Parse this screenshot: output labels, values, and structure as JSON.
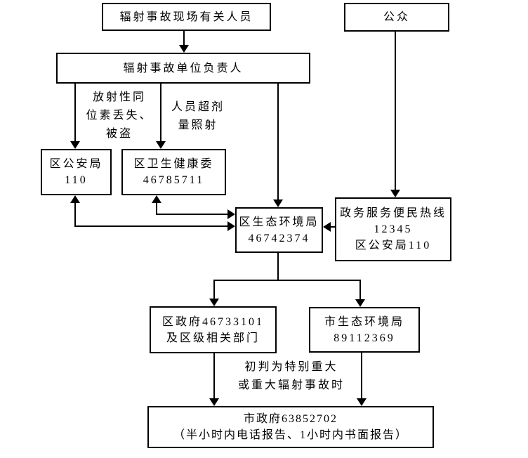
{
  "diagram": {
    "background_color": "#ffffff",
    "line_color": "#000000",
    "type": "flowchart"
  },
  "nodes": {
    "scene_personnel": {
      "lines": [
        "辐射事故现场有关人员"
      ]
    },
    "public": {
      "lines": [
        "公众"
      ]
    },
    "unit_head": {
      "lines": [
        "辐射事故单位负责人"
      ]
    },
    "district_police": {
      "lines": [
        "区公安局",
        "110"
      ]
    },
    "district_health": {
      "lines": [
        "区卫生健康委",
        "46785711"
      ]
    },
    "district_eco_env": {
      "lines": [
        "区生态环境局",
        "46742374"
      ]
    },
    "gov_hotline": {
      "lines": [
        "政务服务便民热线",
        "12345",
        "区公安局110"
      ]
    },
    "district_gov": {
      "lines": [
        "区政府46733101",
        "及区级相关部门"
      ]
    },
    "city_eco_env": {
      "lines": [
        "市生态环境局",
        "89112369"
      ]
    },
    "city_gov": {
      "lines": [
        "市政府63852702",
        "（半小时内电话报告、1小时内书面报告）"
      ]
    }
  },
  "edge_labels": {
    "isotope_lost": {
      "lines": [
        "放射性同",
        "位素丢失、",
        "被盗"
      ]
    },
    "overdose": {
      "lines": [
        "人员超剂",
        "量照射"
      ]
    },
    "major_accident": {
      "lines": [
        "初判为特别重大",
        "或重大辐射事故时"
      ]
    }
  }
}
